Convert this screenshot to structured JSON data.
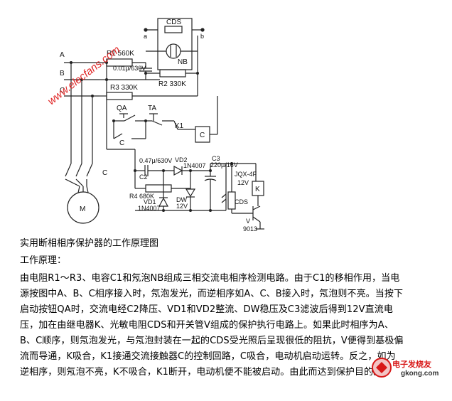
{
  "labels": {
    "phase_a": "A",
    "phase_b": "B",
    "phase_c": "C",
    "r1": "R1  560K",
    "c1": "0.01μ/630V",
    "r2": "R2  330K",
    "r3": "R3  330K",
    "cds_top": "CDS",
    "nb": "NB",
    "node_a": "a",
    "node_b": "b",
    "qa": "QA",
    "ta": "TA",
    "k1": "K1",
    "c_coil": "C",
    "c_contact": "C",
    "c_motor_line": "C",
    "c2_val": "0.47μ/630V",
    "c2": "C2",
    "vd2": "VD2",
    "vd2_type": "1N4007",
    "c3": "C3",
    "c3_val": "220μ/16V",
    "relay_model": "JQX-4F",
    "relay_v": "12V",
    "relay_k": "K",
    "r4": "R4  680K",
    "vd1": "VD1",
    "vd1_type": "1N4007",
    "dw": "DW",
    "dw_v": "12V",
    "cds_bottom": "CDS",
    "transistor_v": "V",
    "transistor_model": "9013",
    "motor": "M",
    "watermark": "www.elecfans.com"
  },
  "caption": "实用断相相序保护器的工作原理图",
  "principle_heading": "工作原理：",
  "principle_lines": [
    "由电阻R1～R3、电容C1和氖泡NB组成三相交流电相序检测电路。由于C1的移相作用，当电",
    "源按图中A、B、C相序接入时，氖泡发光，而逆相序如A、C、B接入时，氖泡则不亮。当按下",
    "启动按钮QA时，交流电经C2降压、VD1和VD2整流、DW稳压及C3滤波后得到12V直流电",
    "压，加在由继电器K、光敏电阻CDS和开关管V组成的保护执行电路上。如果此时相序为A、",
    "B、C顺序，则氖泡发光，与氖泡封装在一起的CDS受光照后呈现很低的阻抗，V便得到基极偏",
    "流而导通，K吸合，K1接通交流接触器C的控制回路，C吸合，电动机启动运转。反之，如为",
    "逆相序，则氖泡不亮，K不吸合，K1断开，电动机便不能被启动。由此而达到保护目的。"
  ],
  "corner_logo": {
    "brand_cn": "电子发烧友",
    "brand_en": "gkong.com"
  },
  "colors": {
    "ink": "#111111",
    "watermark": "#e02828",
    "background": "#ffffff"
  }
}
